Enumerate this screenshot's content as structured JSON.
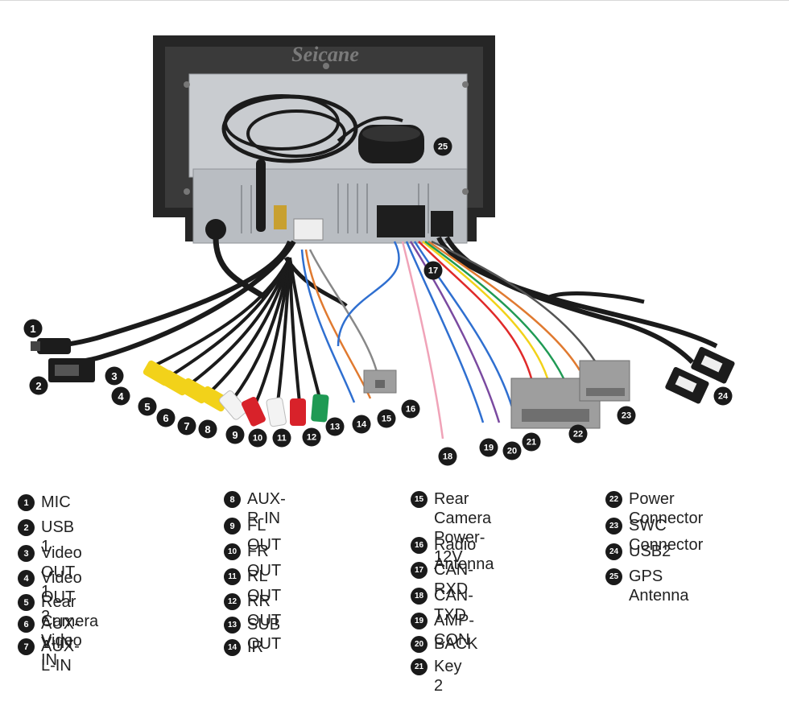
{
  "brand": {
    "logo_text": "Seicane"
  },
  "markers": [
    {
      "num": "1"
    },
    {
      "num": "2"
    },
    {
      "num": "3"
    },
    {
      "num": "4"
    },
    {
      "num": "5"
    },
    {
      "num": "6"
    },
    {
      "num": "7"
    },
    {
      "num": "8"
    },
    {
      "num": "9"
    },
    {
      "num": "10"
    },
    {
      "num": "11"
    },
    {
      "num": "12"
    },
    {
      "num": "13"
    },
    {
      "num": "14"
    },
    {
      "num": "15"
    },
    {
      "num": "16"
    },
    {
      "num": "17"
    },
    {
      "num": "18"
    },
    {
      "num": "19"
    },
    {
      "num": "20"
    },
    {
      "num": "21"
    },
    {
      "num": "22"
    },
    {
      "num": "23"
    },
    {
      "num": "24"
    },
    {
      "num": "25"
    }
  ],
  "legend": [
    {
      "num": "1",
      "label": "MIC"
    },
    {
      "num": "2",
      "label": "USB 1"
    },
    {
      "num": "3",
      "label": "Video OUT 1"
    },
    {
      "num": "4",
      "label": "Video OUT 2"
    },
    {
      "num": "5",
      "label": "Rear Camera Video IN"
    },
    {
      "num": "6",
      "label": "AUX-V-IN"
    },
    {
      "num": "7",
      "label": "AUX-L-IN"
    },
    {
      "num": "8",
      "label": "AUX-R-IN"
    },
    {
      "num": "9",
      "label": "FL OUT"
    },
    {
      "num": "10",
      "label": "FR OUT"
    },
    {
      "num": "11",
      "label": "RL OUT"
    },
    {
      "num": "12",
      "label": "RR OUT"
    },
    {
      "num": "13",
      "label": "SUB OUT"
    },
    {
      "num": "14",
      "label": "IR"
    },
    {
      "num": "15",
      "label": "Rear Camera\nPower-12V"
    },
    {
      "num": "16",
      "label": "Radio Antenna"
    },
    {
      "num": "17",
      "label": "CAN-RXD"
    },
    {
      "num": "18",
      "label": "CAN-TXD"
    },
    {
      "num": "19",
      "label": "AMP-CON"
    },
    {
      "num": "20",
      "label": "BACK"
    },
    {
      "num": "21",
      "label": "Key 2"
    },
    {
      "num": "22",
      "label": "Power Connector"
    },
    {
      "num": "23",
      "label": "SWC Connector"
    },
    {
      "num": "24",
      "label": "USB2"
    },
    {
      "num": "25",
      "label": "GPS Antenna"
    }
  ],
  "colors": {
    "marker": "#1a1a1a",
    "chassis": "#b9bdc2",
    "frame": "#2a2a2a",
    "rca_yellow": "#f2d21a",
    "rca_white": "#f3f3f3",
    "rca_red": "#d8222a",
    "rca_green": "#1f9a54",
    "connector_grey": "#9e9e9e"
  }
}
